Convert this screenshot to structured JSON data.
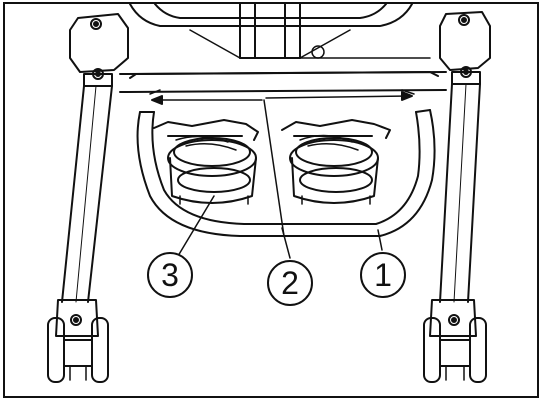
{
  "diagram": {
    "callouts": [
      {
        "label": "3"
      },
      {
        "label": "2"
      },
      {
        "label": "1"
      }
    ],
    "colors": {
      "ink": "#111111",
      "paper": "#ffffff"
    }
  }
}
